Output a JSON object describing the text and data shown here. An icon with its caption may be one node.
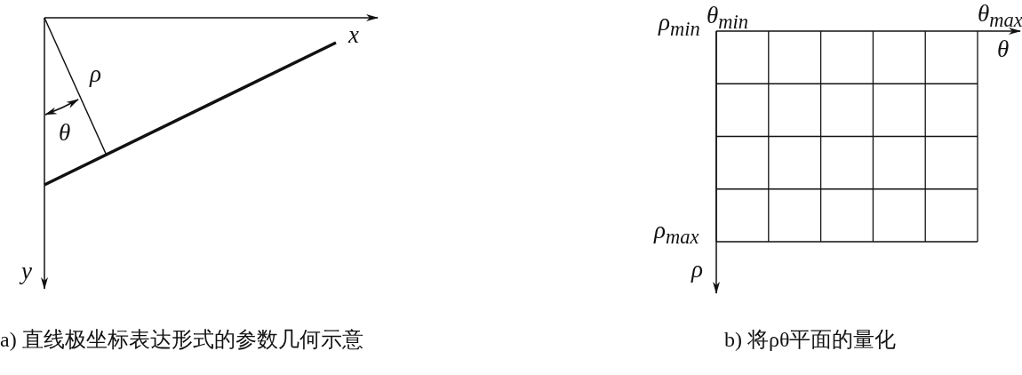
{
  "diagram": {
    "labels": [
      "x",
      "ρ",
      "θ",
      "y",
      "ρ$_{min}$",
      "θ$_{min}$",
      "θ$_{max}$",
      "θ",
      "ρ$_{max}$",
      "ρ",
      "a) 直线极坐标表达形式的参数几何示意",
      "b) 将ρθ平面的量化"
    ]
  }
}
